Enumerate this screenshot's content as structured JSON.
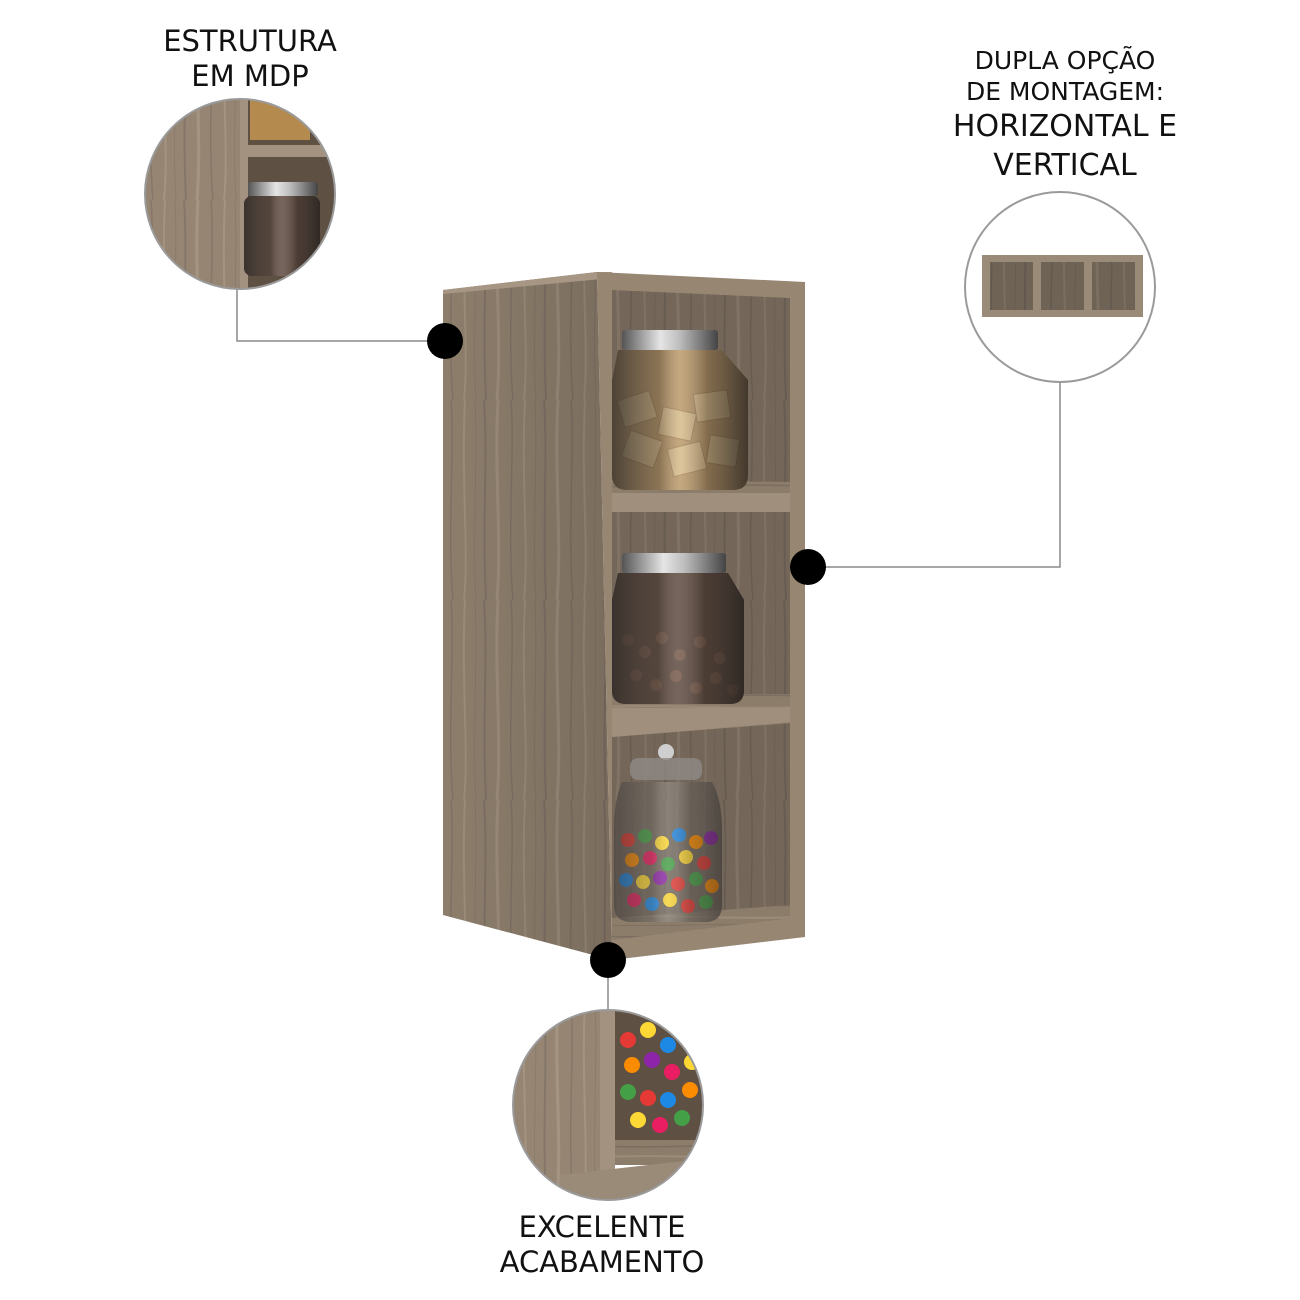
{
  "callouts": {
    "structure": {
      "lines": [
        "ESTRUTURA",
        "EM MDP"
      ]
    },
    "mounting": {
      "lines": [
        "DUPLA OPÇÃO",
        "DE MONTAGEM:",
        "HORIZONTAL E",
        "VERTICAL"
      ]
    },
    "finish": {
      "lines": [
        "EXCELENTE",
        "ACABAMENTO"
      ]
    }
  },
  "product": {
    "compartments": 3,
    "jar_contents": [
      "crackers",
      "chocolate-balls",
      "colorful-candies"
    ]
  },
  "colors": {
    "wood_light": "#9a8a78",
    "wood_mid": "#8b7b69",
    "wood_dark": "#6f6151",
    "marker": "#000000",
    "leader_line": "#8a8a8a"
  }
}
